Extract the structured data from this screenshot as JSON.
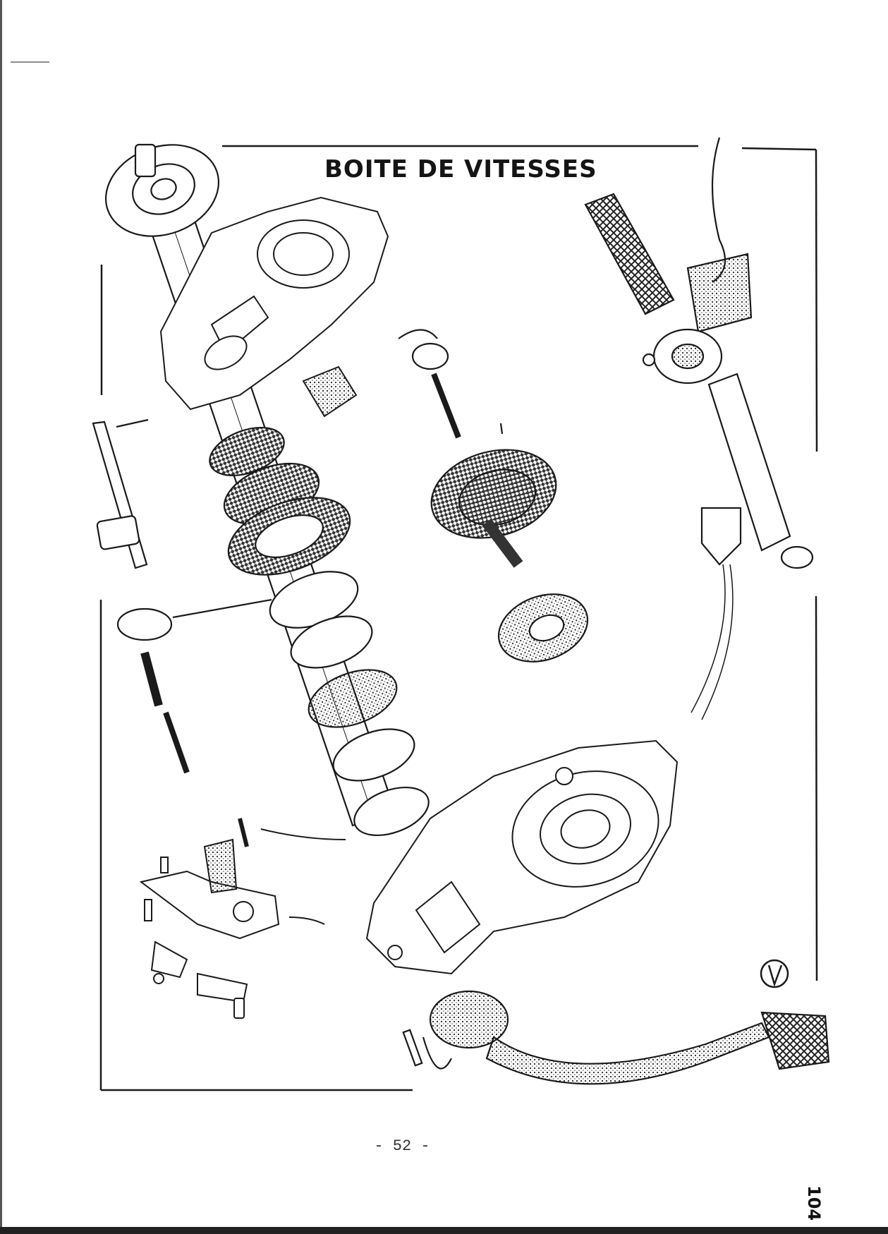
{
  "title": "BOITE DE VITESSES",
  "page_number": "- 52 -",
  "side_number": "104",
  "colors": {
    "ink": "#1a1a1a",
    "paper": "#ffffff"
  }
}
